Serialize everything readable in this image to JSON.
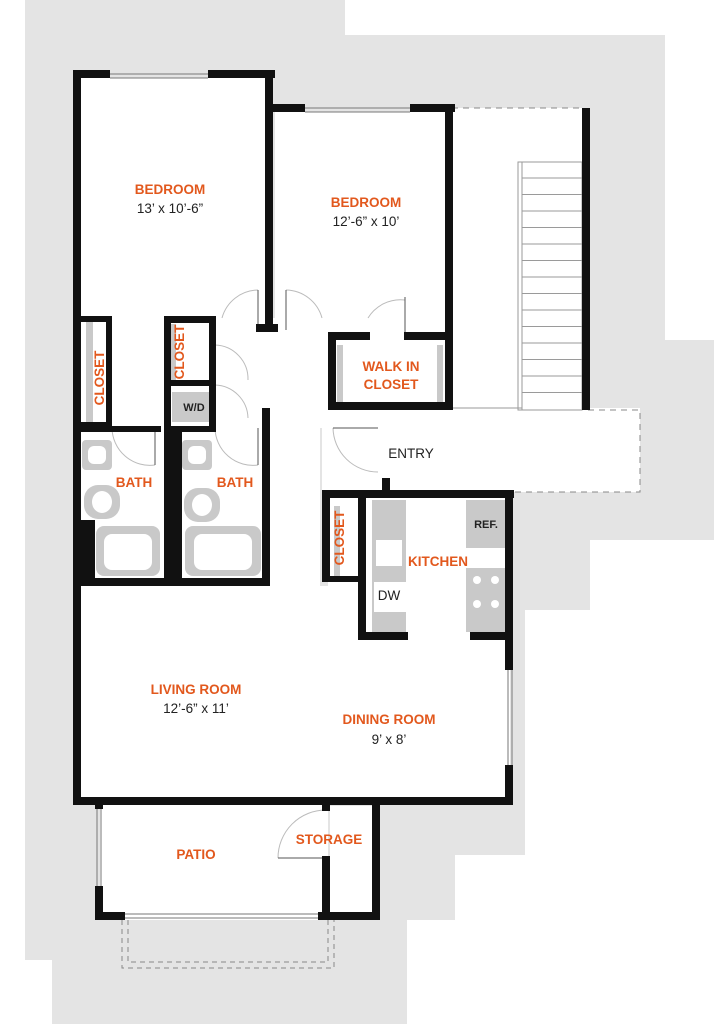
{
  "colors": {
    "wall": "#111111",
    "shadow": "#e4e4e4",
    "fixture": "#c9c9c9",
    "label_accent": "#e2581d",
    "label_dark": "#222222"
  },
  "rooms": {
    "bedroom1": {
      "name": "BEDROOM",
      "dims": "13’ x 10’-6”"
    },
    "bedroom2": {
      "name": "BEDROOM",
      "dims": "12’-6” x 10’"
    },
    "closet_left": {
      "name": "CLOSET"
    },
    "closet_hall": {
      "name": "CLOSET"
    },
    "walkin": {
      "name_line1": "WALK IN",
      "name_line2": "CLOSET"
    },
    "wd": {
      "name": "W/D"
    },
    "bath1": {
      "name": "BATH"
    },
    "bath2": {
      "name": "BATH"
    },
    "entry": {
      "name": "ENTRY"
    },
    "closet_kitchen": {
      "name": "CLOSET"
    },
    "kitchen": {
      "name": "KITCHEN"
    },
    "ref": {
      "name": "REF."
    },
    "dw": {
      "name": "DW"
    },
    "living": {
      "name": "LIVING ROOM",
      "dims": "12’-6”  x  11’"
    },
    "dining": {
      "name": "DINING ROOM",
      "dims": "9’ x 8’"
    },
    "patio": {
      "name": "PATIO"
    },
    "storage": {
      "name": "STORAGE"
    }
  }
}
